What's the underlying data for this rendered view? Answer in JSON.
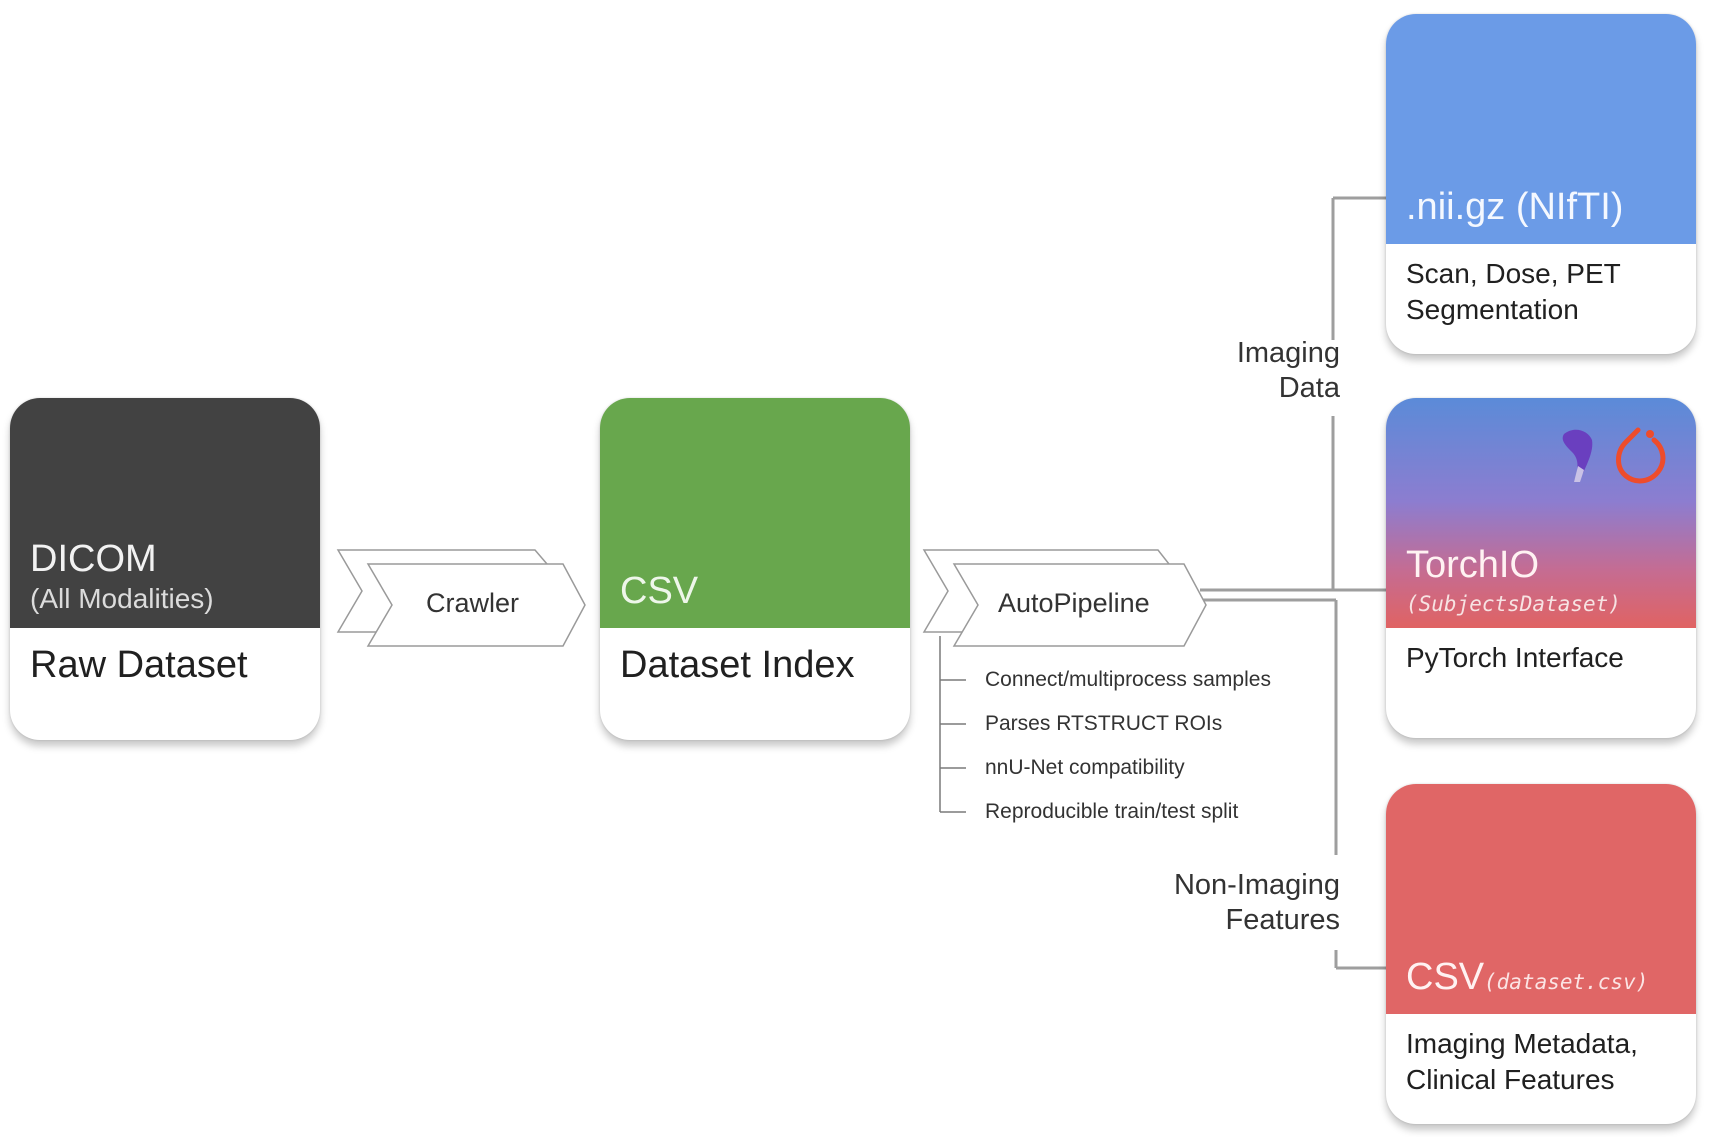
{
  "nodes": {
    "raw": {
      "title": "DICOM",
      "subtitle": "(All Modalities)",
      "caption": "Raw Dataset",
      "color": "#424242"
    },
    "csv_index": {
      "title": "CSV",
      "caption": "Dataset Index",
      "color": "#68a74d"
    },
    "nifti": {
      "title": ".nii.gz (NIfTI)",
      "caption_lines": [
        "Scan, Dose, PET",
        "Segmentation"
      ],
      "color": "#6b9be7"
    },
    "torchio": {
      "title": "TorchIO",
      "subtitle": "(SubjectsDataset)",
      "caption": "PyTorch Interface",
      "icons": [
        "torchio-logo-icon",
        "pytorch-logo-icon"
      ]
    },
    "csv_out": {
      "title": "CSV",
      "subtitle": "(dataset.csv)",
      "caption_lines": [
        "Imaging Metadata,",
        "Clinical Features"
      ],
      "color": "#e06666"
    }
  },
  "steps": {
    "crawler": "Crawler",
    "autopipeline": "AutoPipeline"
  },
  "autopipeline_features": [
    "Connect/multiprocess samples",
    "Parses RTSTRUCT ROIs",
    "nnU-Net compatibility",
    "Reproducible train/test split"
  ],
  "branch_labels": {
    "imaging": [
      "Imaging",
      "Data"
    ],
    "non_imaging": [
      "Non-Imaging",
      "Features"
    ]
  }
}
